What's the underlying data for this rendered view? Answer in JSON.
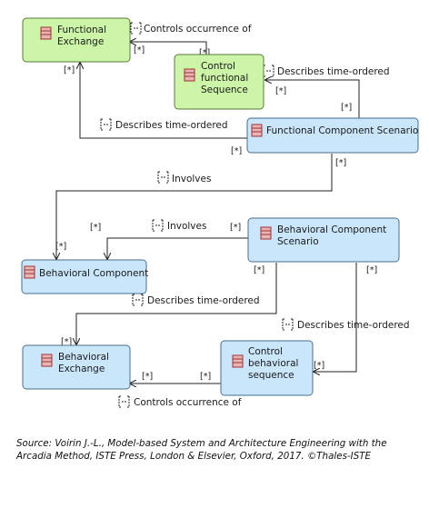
{
  "colors": {
    "function_fill": "#ccf5a8",
    "function_stroke": "#5a7a3a",
    "behavior_fill": "#c9e6fb",
    "behavior_stroke": "#4a6f8e",
    "edge": "#222222",
    "icon_fill": "#e8b4b4",
    "icon_stroke": "#a03030"
  },
  "nodes": {
    "functional_exchange": [
      "Functional",
      "Exchange"
    ],
    "control_functional_sequence": [
      "Control",
      "functional",
      "Sequence"
    ],
    "functional_component_scenario": [
      "Functional Component Scenario"
    ],
    "behavioral_component_scenario": [
      "Behavioral Component",
      "Scenario"
    ],
    "behavioral_component": [
      "Behavioral Component"
    ],
    "behavioral_exchange": [
      "Behavioral",
      "Exchange"
    ],
    "control_behavioral_sequence": [
      "Control",
      "behavioral",
      "sequence"
    ]
  },
  "edges": {
    "controls_occurrence_functional": "Controls occurrence of",
    "describes_cfs": "Describes time-ordered",
    "describes_fe": "Describes time-ordered",
    "involves_fcs": "Involves",
    "involves_bcs": "Involves",
    "describes_be": "Describes time-ordered",
    "describes_cbs": "Describes time-ordered",
    "controls_occurrence_behavioral": "Controls occurrence of"
  },
  "multiplicity": "[*]",
  "source_text": "Source: Voirin J.-L., Model-based System and Architecture Engineering with the Arcadia Method, ISTE Press, London & Elsevier, Oxford, 2017. ©Thales-ISTE"
}
